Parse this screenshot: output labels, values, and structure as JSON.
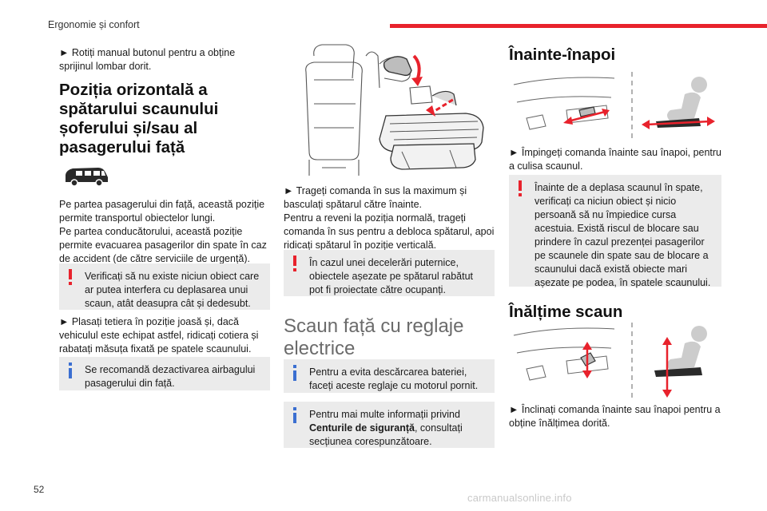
{
  "header": {
    "section": "Ergonomie și confort",
    "accent_color": "#e8222c"
  },
  "page_number": "52",
  "watermark": "carmanualsonline.info",
  "col1": {
    "p1": "► Rotiți manual butonul pentru a obține sprijinul lombar dorit.",
    "heading": "Poziția orizontală a spătarului scaunului șoferului și/sau al pasagerului față",
    "p2": "Pe partea pasagerului din față, această poziție permite transportul obiectelor lungi.",
    "p3": "Pe partea conducătorului, această poziție permite evacuarea pasagerilor din spate în caz de accident (de către serviciile de urgență).",
    "warn1": "Verificați să nu existe niciun obiect care ar putea interfera cu deplasarea unui scaun, atât deasupra cât și dedesubt.",
    "p4": "► Plasați tetiera în poziție joasă și, dacă vehiculul este echipat astfel, ridicați cotiera și rabatați măsuța fixată pe spatele scaunului.",
    "info1": "Se recomandă dezactivarea airbagului pasagerului din față."
  },
  "col2": {
    "p1": "► Trageți comanda în sus la maximum și basculați spătarul către înainte.",
    "p2": "Pentru a reveni la poziția normală, trageți comanda în sus pentru a debloca spătarul, apoi ridicați spătarul în poziție verticală.",
    "warn1": "În cazul unei decelerări puternice, obiectele așezate pe spătarul rabătut pot fi proiectate către ocupanți.",
    "heading": "Scaun față cu reglaje electrice",
    "info1": "Pentru a evita descărcarea bateriei, faceți aceste reglaje cu motorul pornit.",
    "info2_pre": "Pentru mai multe informații privind ",
    "info2_bold": "Centurile de siguranță",
    "info2_post": ", consultați secțiunea corespunzătoare."
  },
  "col3": {
    "heading1": "Înainte-înapoi",
    "p1": "► Împingeți comanda înainte sau înapoi, pentru a culisa scaunul.",
    "warn1": "Înainte de a deplasa scaunul în spate, verificați ca niciun obiect și nicio persoană să nu împiedice cursa acestuia. Există riscul de blocare sau prindere în cazul prezenței pasagerilor pe scaunele din spate sau de blocare a scaunului dacă există obiecte mari așezate pe podea, în spatele scaunului.",
    "heading2": "Înălțime scaun",
    "p2": "► Înclinați comanda înainte sau înapoi pentru a obține înălțimea dorită."
  },
  "icons": {
    "warning": "exclamation-red-icon",
    "info": "info-blue-icon",
    "vehicle": "minivan-icon"
  },
  "colors": {
    "warning": "#e8222c",
    "info": "#3b6fd1",
    "box_bg": "#ebebeb",
    "heading2": "#6b6b6b"
  }
}
